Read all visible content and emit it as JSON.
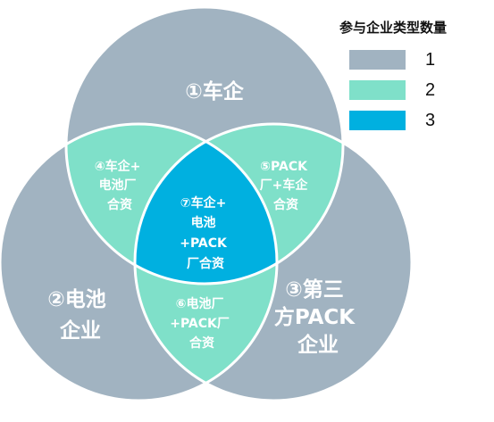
{
  "legend": {
    "title": "参与企业类型数量",
    "items": [
      {
        "label": "1",
        "color": "#a1b3c1"
      },
      {
        "label": "2",
        "color": "#7fe0c9"
      },
      {
        "label": "3",
        "color": "#00b0e0"
      }
    ]
  },
  "regions": {
    "car": "①车企",
    "battery": [
      "②电池",
      "企业"
    ],
    "third": [
      "③第三",
      "方PACK",
      "企业"
    ],
    "car_battery": [
      "④车企+",
      "电池厂",
      "合资"
    ],
    "car_pack": [
      "⑤PACK",
      "厂+车企",
      "合资"
    ],
    "battery_pack": [
      "⑥电池厂",
      "+PACK厂",
      "合资"
    ],
    "all": [
      "⑦车企+",
      "电池",
      "+PACK",
      "厂合资"
    ]
  }
}
